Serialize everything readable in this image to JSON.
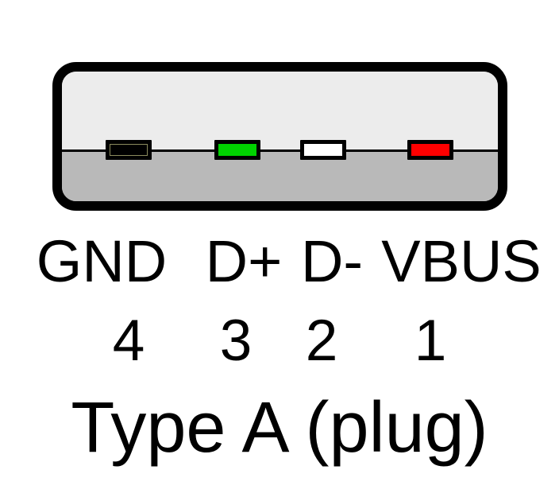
{
  "diagram": {
    "title": "Type A (plug)",
    "shell": {
      "outline_color": "#000000",
      "top_fill": "#ececec",
      "bottom_fill": "#b9b9b9",
      "divider_color": "#000000"
    },
    "pins": [
      {
        "number": "4",
        "signal": "GND",
        "color": "#000000"
      },
      {
        "number": "3",
        "signal": "D+",
        "color": "#00d200"
      },
      {
        "number": "2",
        "signal": "D-",
        "color": "#ffffff"
      },
      {
        "number": "1",
        "signal": "VBUS",
        "color": "#ff0000"
      }
    ]
  }
}
